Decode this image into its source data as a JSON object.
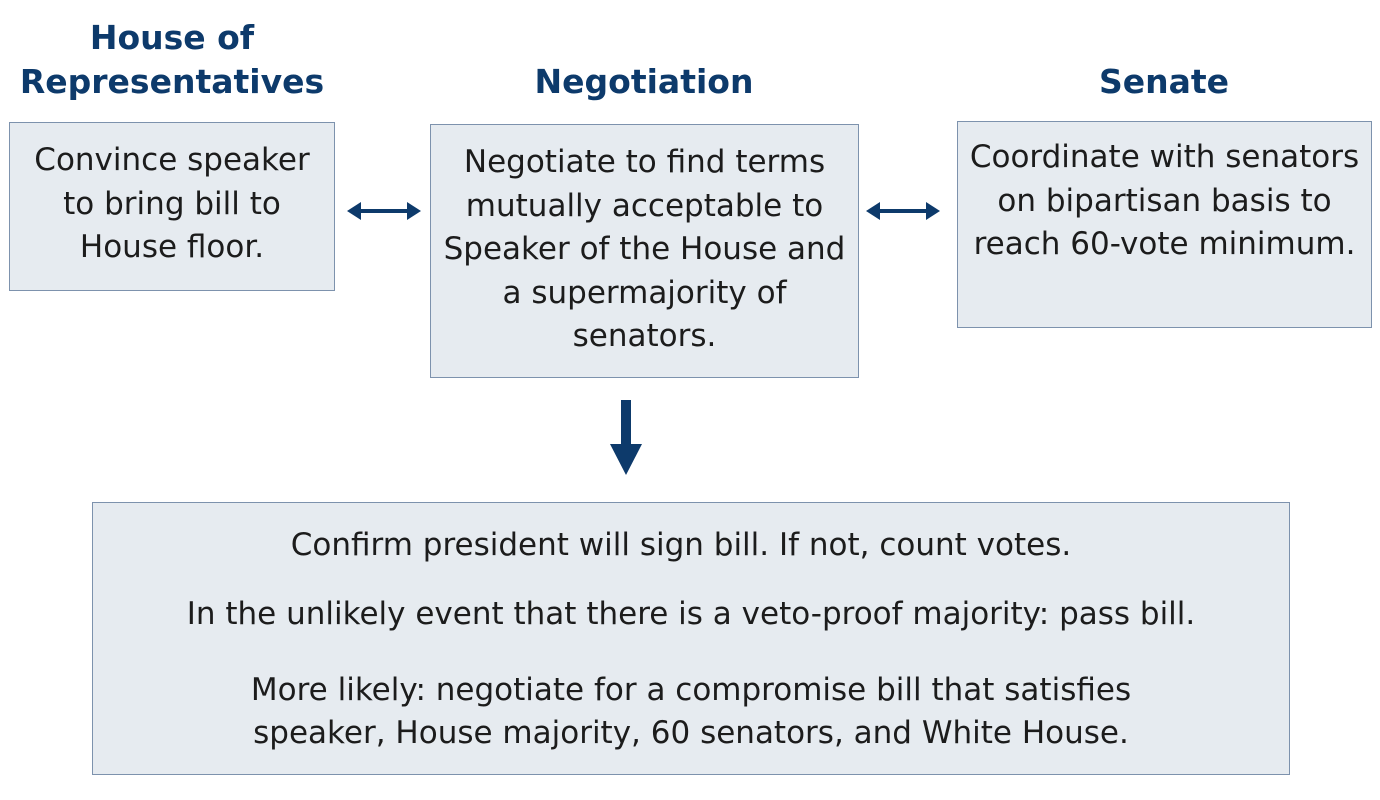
{
  "headings": {
    "house": "House of\nRepresentatives",
    "negotiation": "Negotiation",
    "senate": "Senate"
  },
  "boxes": {
    "house": "Convince speaker to bring bill to House floor.",
    "negotiation": "Negotiate to find terms mutually acceptable to Speaker of the House and a supermajority of senators.",
    "senate": "Coordinate with senators on bipartisan basis to reach 60-vote minimum."
  },
  "outcome": {
    "line1": "Confirm president will sign bill. If not, count votes.",
    "line2": "In the unlikely event that there is a veto-proof majority: pass bill.",
    "line3": "More likely: negotiate for a compromise bill that satisfies speaker, House majority, 60 senators, and White House."
  },
  "colors": {
    "heading": "#0d3a6b",
    "arrow": "#0d3a6b",
    "box_fill": "#e6ebf0",
    "box_border": "#7d92ad"
  }
}
